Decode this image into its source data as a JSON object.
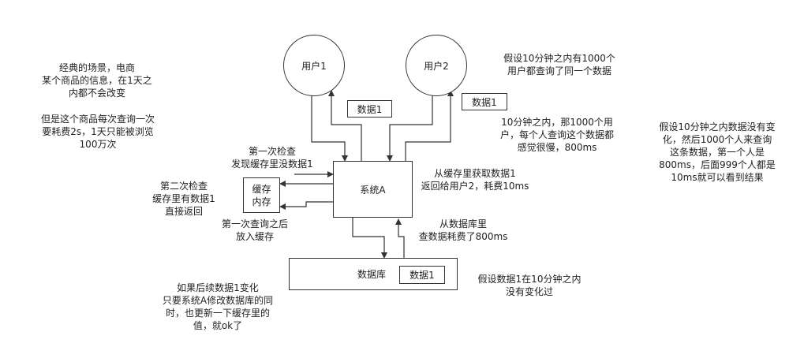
{
  "nodes": {
    "user1": "用户1",
    "user2": "用户2",
    "system_a": "系统A",
    "cache": [
      "缓存",
      "内存"
    ],
    "database": "数据库",
    "data1_near_user1": "数据1",
    "data1_near_user2": "数据1",
    "data1_in_db": "数据1"
  },
  "notes": {
    "scenario": [
      "经典的场景，电商",
      "某个商品的信息，在1天之",
      "内都不会改变"
    ],
    "cost": [
      "但是这个商品每次查询一次",
      "要耗费2s，1天只能被浏览",
      "100万次"
    ],
    "assume_1000_users": [
      "假设10分钟之内有1000个",
      "用户都查询了同一个数据"
    ],
    "ten_min_slow": [
      "10分钟之内，那1000个用",
      "户，每个人查询这个数据都",
      "感觉很慢，800ms"
    ],
    "assume_no_change": [
      "假设10分钟之内数据没有变",
      "化，然后1000个人来查询",
      "这条数据，第一个人是",
      "800ms，后面999个人都是",
      "10ms就可以看到结果"
    ],
    "first_check": [
      "第一次检查",
      "发现缓存里没数据1"
    ],
    "second_check": [
      "第二次检查",
      "缓存里有数据1",
      "直接返回"
    ],
    "put_cache": [
      "第一次查询之后",
      "放入缓存"
    ],
    "from_cache": [
      "从缓存里获取数据1",
      "返回给用户2，耗费10ms"
    ],
    "from_db": [
      "从数据库里",
      "查数据耗费了800ms"
    ],
    "update_hint": [
      "如果后续数据1变化",
      "只要系统A修改数据库的同",
      "时，也更新一下缓存里的",
      "值，就ok了"
    ],
    "no_change_10min": [
      "假设数据1在10分钟之内",
      "没有变化过"
    ]
  }
}
